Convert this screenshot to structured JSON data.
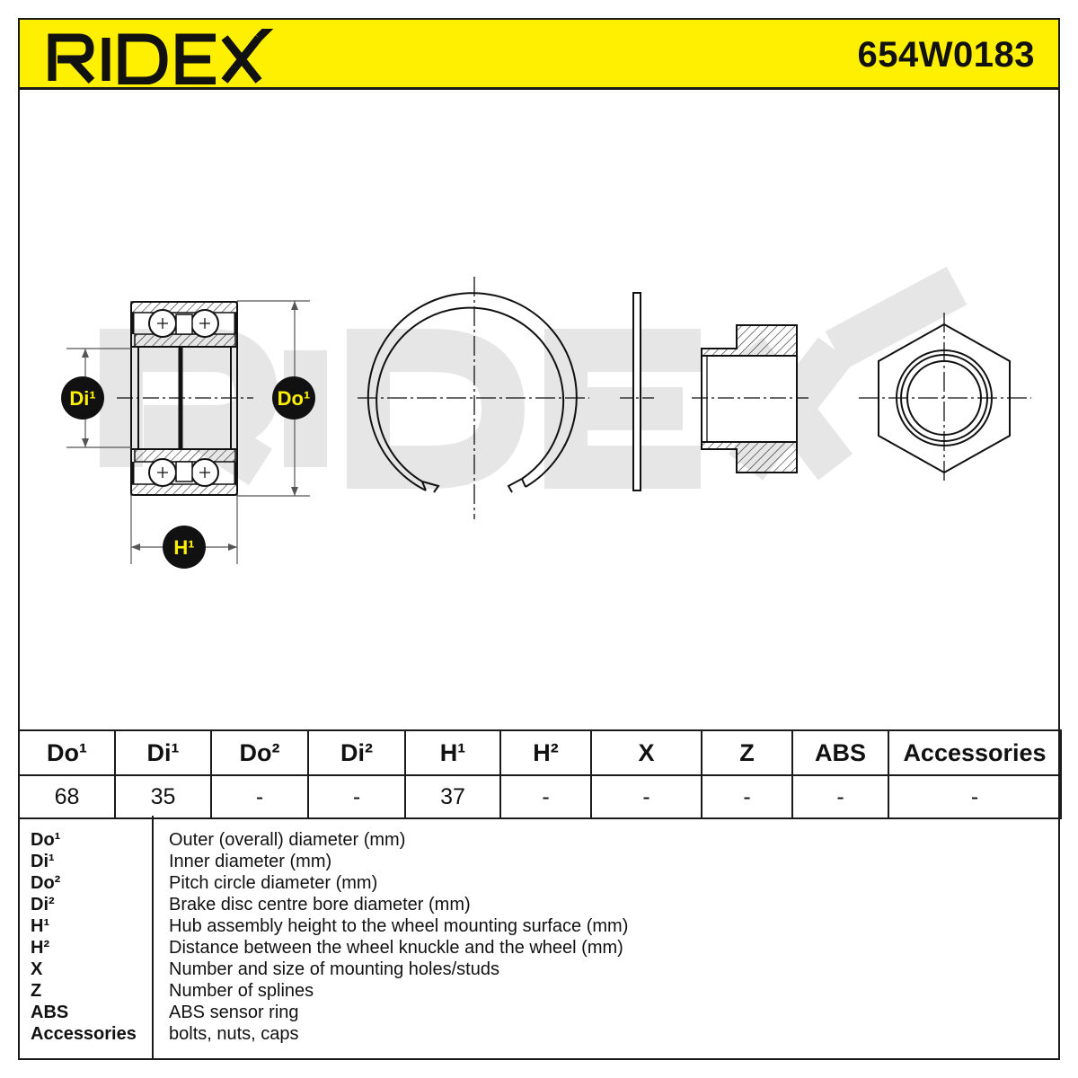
{
  "brand": "RIDEX",
  "part_number": "654W0183",
  "colors": {
    "accent": "#ffef00",
    "ink": "#1a1a1a",
    "watermark": "#e6e6e6"
  },
  "labels": {
    "di": "Di¹",
    "do": "Do¹",
    "h": "H¹"
  },
  "table": {
    "headers": [
      "Do¹",
      "Di¹",
      "Do²",
      "Di²",
      "H¹",
      "H²",
      "X",
      "Z",
      "ABS",
      "Accessories"
    ],
    "values": [
      "68",
      "35",
      "-",
      "-",
      "37",
      "-",
      "-",
      "-",
      "-",
      "-"
    ]
  },
  "legend": [
    {
      "key": "Do¹",
      "text": "Outer (overall) diameter (mm)"
    },
    {
      "key": "Di¹",
      "text": "Inner diameter (mm)"
    },
    {
      "key": "Do²",
      "text": "Pitch circle diameter (mm)"
    },
    {
      "key": "Di²",
      "text": "Brake disc centre bore diameter (mm)"
    },
    {
      "key": "H¹",
      "text": "Hub assembly height to the wheel mounting surface (mm)"
    },
    {
      "key": "H²",
      "text": "Distance between the wheel knuckle and the wheel (mm)"
    },
    {
      "key": "X",
      "text": "Number and size of mounting holes/studs"
    },
    {
      "key": "Z",
      "text": "Number of splines"
    },
    {
      "key": "ABS",
      "text": "ABS sensor ring"
    },
    {
      "key": "Accessories",
      "text": "bolts, nuts, caps"
    }
  ]
}
